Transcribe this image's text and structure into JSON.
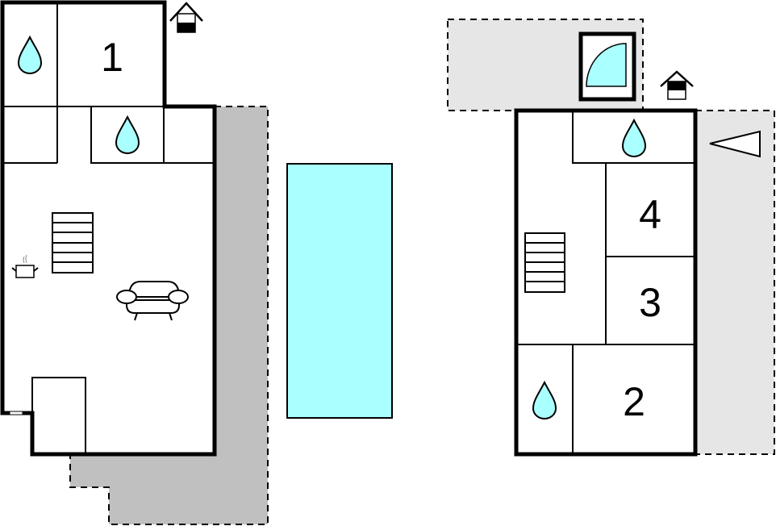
{
  "colors": {
    "water": "#aaffff",
    "terrace_dark": "#c0c0c0",
    "terrace_light": "#e6e6e6",
    "wall": "#000000"
  },
  "ground_floor": {
    "rooms": [
      {
        "label": "1",
        "type": "bedroom"
      }
    ],
    "icons": [
      "water-drop-icon",
      "water-drop-icon",
      "stairs-icon",
      "cooking-pot-icon",
      "sofa-icon",
      "house-entrance-icon"
    ]
  },
  "pool": {
    "type": "pool"
  },
  "upper_floor": {
    "rooms": [
      {
        "label": "4",
        "type": "bedroom"
      },
      {
        "label": "3",
        "type": "bedroom"
      },
      {
        "label": "2",
        "type": "bedroom"
      }
    ],
    "icons": [
      "water-drop-icon",
      "water-drop-icon",
      "stairs-icon",
      "shower-icon",
      "house-entrance-icon",
      "view-triangle-icon"
    ]
  }
}
